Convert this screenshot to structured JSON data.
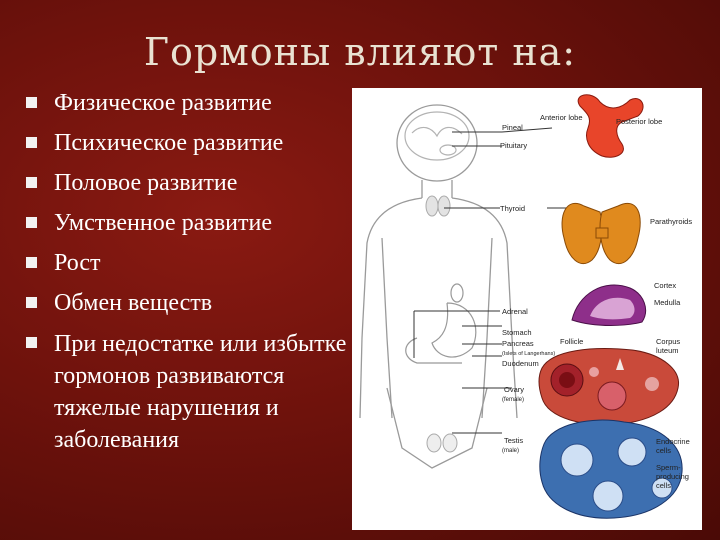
{
  "slide": {
    "title": "Гормоны влияют на:",
    "bullets": [
      "Физическое развитие",
      "Психическое развитие",
      "Половое развитие",
      "Умственное развитие",
      "Рост",
      "Обмен веществ",
      "При недостатке или избытке гормонов развиваются тяжелые нарушения и заболевания"
    ]
  },
  "diagram": {
    "labels": {
      "anterior_lobe": "Anterior lobe",
      "posterior_lobe": "Posterior lobe",
      "pineal": "Pineal",
      "pituitary": "Pituitary",
      "thyroid": "Thyroid",
      "parathyroids": "Parathyroids",
      "cortex": "Cortex",
      "medulla": "Medulla",
      "adrenal": "Adrenal",
      "stomach": "Stomach",
      "pancreas": "Pancreas",
      "islets": "(Islets of Langerhans)",
      "duodenum": "Duodenum",
      "follicle": "Follicle",
      "corpus_luteum_1": "Corpus",
      "corpus_luteum_2": "luteum",
      "ovary": "Ovary",
      "ovary_sub": "(female)",
      "testis": "Testis",
      "testis_sub": "(male)",
      "endocrine_1": "Endocrine",
      "endocrine_2": "cells",
      "sperm_1": "Sperm-",
      "sperm_2": "producing",
      "sperm_3": "cells"
    },
    "colors": {
      "pituitary": "#e8452a",
      "thyroid": "#e08a1e",
      "adrenal_outer": "#8e2f8a",
      "adrenal_inner": "#d9a3d4",
      "ovary": "#c94a3a",
      "testis": "#3d6fb0"
    }
  }
}
